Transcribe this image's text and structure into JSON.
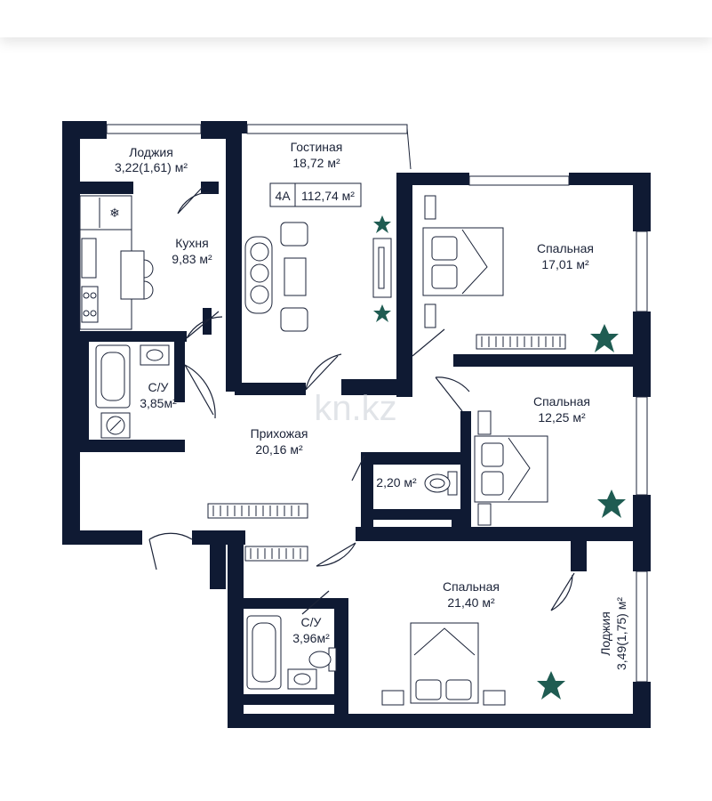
{
  "plan": {
    "unit_code": "4A",
    "total_area": "112,74 м²",
    "watermark": "kn.kz",
    "rooms": {
      "loggia_top": {
        "name": "Лоджия",
        "area": "3,22(1,61) м²"
      },
      "living": {
        "name": "Гостиная",
        "area": "18,72 м²"
      },
      "kitchen": {
        "name": "Кухня",
        "area": "9,83 м²"
      },
      "bath1": {
        "name": "С/У",
        "area": "3,85м²"
      },
      "hall": {
        "name": "Прихожая",
        "area": "20,16 м²"
      },
      "wc_small": {
        "area": "2,20 м²"
      },
      "bedroom1": {
        "name": "Спальная",
        "area": "17,01 м²"
      },
      "bedroom2": {
        "name": "Спальная",
        "area": "12,25 м²"
      },
      "bedroom3": {
        "name": "Спальная",
        "area": "21,40 м²"
      },
      "bath2": {
        "name": "С/У",
        "area": "3,96м²"
      },
      "loggia_right": {
        "name": "Лоджия",
        "area": "3,49(1,75) м²"
      }
    },
    "colors": {
      "wall": "#0f1a33",
      "line": "#1b2338",
      "plant": "#1f5c52"
    }
  }
}
